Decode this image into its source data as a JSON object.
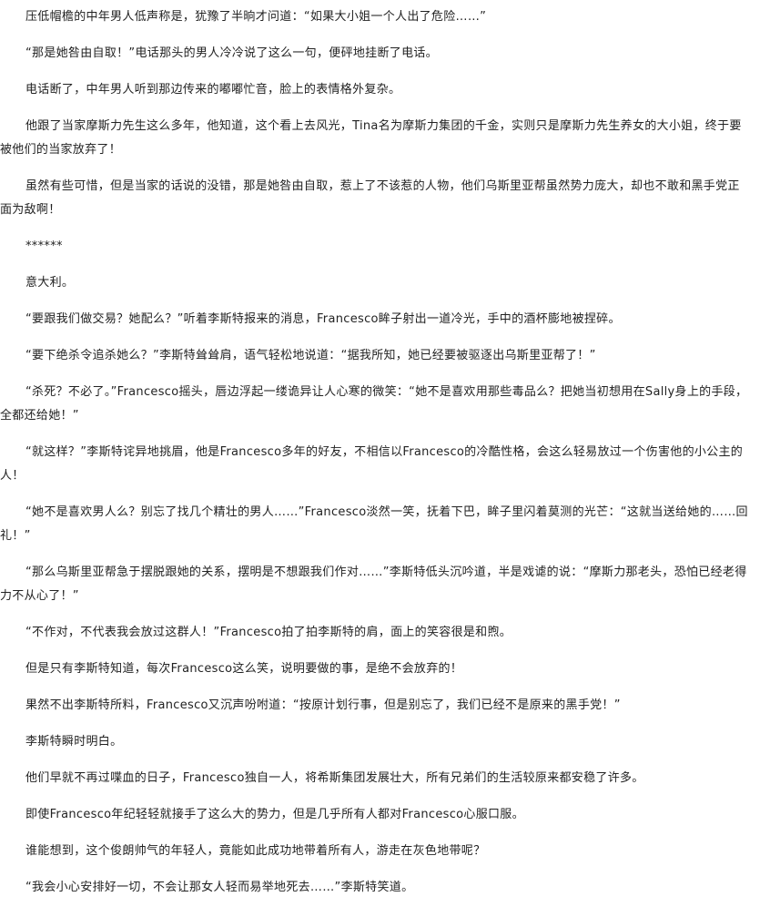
{
  "paragraphs": [
    "压低帽檐的中年男人低声称是，犹豫了半晌才问道：“如果大小姐一个人出了危险……”",
    "“那是她咎由自取！”电话那头的男人冷冷说了这么一句，便砰地挂断了电话。",
    "电话断了，中年男人听到那边传来的嘟嘟忙音，脸上的表情格外复杂。",
    "他跟了当家摩斯力先生这么多年，他知道，这个看上去风光，Tina名为摩斯力集团的千金，实则只是摩斯力先生养女的大小姐，终于要被他们的当家放弃了！",
    "虽然有些可惜，但是当家的话说的没错，那是她咎由自取，惹上了不该惹的人物，他们乌斯里亚帮虽然势力庞大，却也不敢和黑手党正面为敌啊！",
    "******",
    "意大利。",
    "“要跟我们做交易？她配么？”听着李斯特报来的消息，Francesco眸子射出一道冷光，手中的酒杯膨地被捏碎。",
    "“要下绝杀令追杀她么？”李斯特耸耸肩，语气轻松地说道：“据我所知，她已经要被驱逐出乌斯里亚帮了！”",
    "“杀死？不必了。”Francesco摇头，唇边浮起一缕诡异让人心寒的微笑：“她不是喜欢用那些毒品么？把她当初想用在Sally身上的手段，全都还给她！”",
    "“就这样？”李斯特诧异地挑眉，他是Francesco多年的好友，不相信以Francesco的冷酷性格，会这么轻易放过一个伤害他的小公主的人！",
    "“她不是喜欢男人么？别忘了找几个精壮的男人……”Francesco淡然一笑，抚着下巴，眸子里闪着莫测的光芒：“这就当送给她的……回礼！”",
    "“那么乌斯里亚帮急于摆脱跟她的关系，摆明是不想跟我们作对……”李斯特低头沉吟道，半是戏谑的说：“摩斯力那老头，恐怕已经老得力不从心了！”",
    "“不作对，不代表我会放过这群人！”Francesco拍了拍李斯特的肩，面上的笑容很是和煦。",
    "但是只有李斯特知道，每次Francesco这么笑，说明要做的事，是绝不会放弃的！",
    "果然不出李斯特所料，Francesco又沉声吩咐道：“按原计划行事，但是别忘了，我们已经不是原来的黑手党！”",
    "李斯特瞬时明白。",
    "他们早就不再过喋血的日子，Francesco独自一人，将希斯集团发展壮大，所有兄弟们的生活较原来都安稳了许多。",
    "即使Francesco年纪轻轻就接手了这么大的势力，但是几乎所有人都对Francesco心服口服。",
    "谁能想到，这个俊朗帅气的年轻人，竟能如此成功地带着所有人，游走在灰色地带呢？",
    "“我会小心安排好一切，不会让那女人轻而易举地死去……”李斯特笑道。"
  ]
}
